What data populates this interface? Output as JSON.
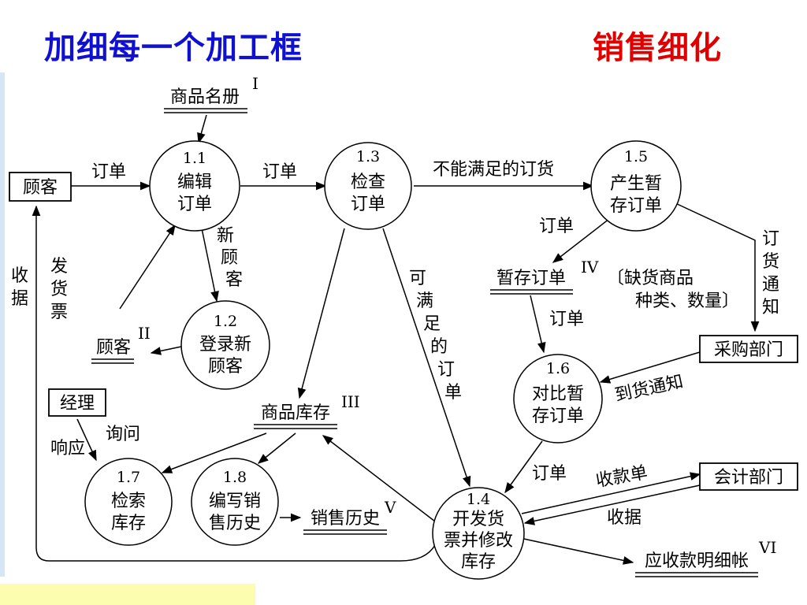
{
  "slide": {
    "title_left": "加细每一个加工框",
    "title_right": "销售细化",
    "colors": {
      "title_left": "#1010d0",
      "title_right": "#e00000",
      "ink": "#000000",
      "background": "#ffffff",
      "highlight_strip": "#fdfdb0"
    }
  },
  "processes": {
    "p11": {
      "id": "1.1",
      "lines": [
        "编辑",
        "订单"
      ]
    },
    "p12": {
      "id": "1.2",
      "lines": [
        "登录新",
        "顾客"
      ]
    },
    "p13": {
      "id": "1.3",
      "lines": [
        "检查",
        "订单"
      ]
    },
    "p14": {
      "id": "1.4",
      "lines": [
        "开发货",
        "票并修改",
        "库存"
      ]
    },
    "p15": {
      "id": "1.5",
      "lines": [
        "产生暂",
        "存订单"
      ]
    },
    "p16": {
      "id": "1.6",
      "lines": [
        "对比暂",
        "存订单"
      ]
    },
    "p17": {
      "id": "1.7",
      "lines": [
        "检索",
        "库存"
      ]
    },
    "p18": {
      "id": "1.8",
      "lines": [
        "编写销",
        "售历史"
      ]
    }
  },
  "externals": {
    "customer": "顾客",
    "purchasing": "采购部门",
    "manager": "经理",
    "accounting": "会计部门"
  },
  "stores": {
    "catalog": {
      "name": "商品名册",
      "num": "I"
    },
    "customers": {
      "name": "顾客",
      "num": "II"
    },
    "inventory": {
      "name": "商品库存",
      "num": "III"
    },
    "pending": {
      "name": "暂存订单",
      "num": "IV"
    },
    "history": {
      "name": "销售历史",
      "num": "V"
    },
    "receivable": {
      "name": "应收款明细帐",
      "num": "VI"
    }
  },
  "flows": {
    "order": "订单",
    "unfulfillable": "不能满足的订货",
    "new_customer": [
      "新",
      "顾",
      "客"
    ],
    "fulfillable": [
      "可",
      "满",
      "足",
      "的",
      "订",
      "单"
    ],
    "invoice": [
      "发",
      "货",
      "票"
    ],
    "receipt_v": [
      "收",
      "据"
    ],
    "purchase_notice": [
      "订",
      "货",
      "通",
      "知"
    ],
    "shortage": [
      "〔缺货商品",
      "种类、数量〕"
    ],
    "arrival_notice": "到货通知",
    "inquiry": "询问",
    "response": "响应",
    "payment_slip": "收款单",
    "receipt": "收据"
  }
}
